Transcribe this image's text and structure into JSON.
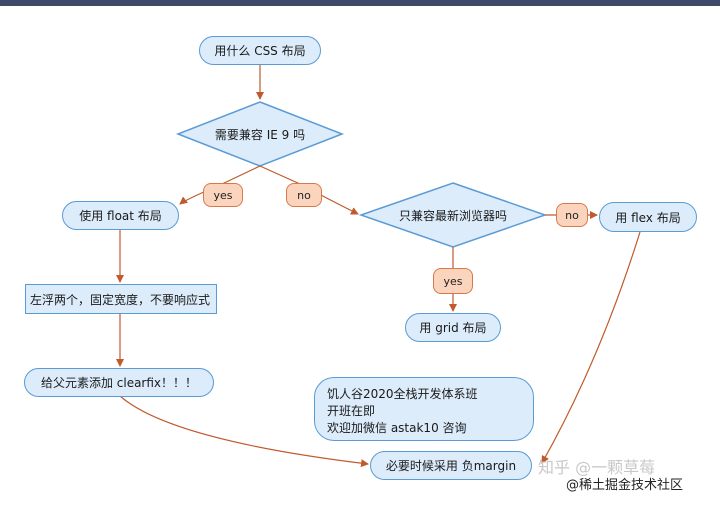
{
  "nodes": {
    "start": "用什么 CSS 布局",
    "ie9": "需要兼容 IE 9 吗",
    "float": "使用 float 布局",
    "float_note": "左浮两个，固定宽度，不要响应式",
    "clearfix": "给父元素添加 clearfix！！！",
    "newest": "只兼容最新浏览器吗",
    "flex": "用 flex 布局",
    "grid": "用 grid 布局",
    "margin": "必要时候采用 负margin"
  },
  "labels": {
    "yes_float": "yes",
    "no_newest": "no",
    "no_flex": "no",
    "yes_grid": "yes"
  },
  "ad": {
    "line1": "饥人谷2020全栈开发体系班",
    "line2": "开班在即",
    "line3": "欢迎加微信 astak10 咨询"
  },
  "watermark": {
    "zhihu": "知乎 @一颗草莓",
    "juejin": "@稀土掘金技术社区"
  },
  "colors": {
    "node_fill": "#dcecfb",
    "node_border": "#5b9bd5",
    "tag_fill": "#fbd4bd",
    "tag_border": "#d9784a",
    "arrow": "#c0592b"
  }
}
